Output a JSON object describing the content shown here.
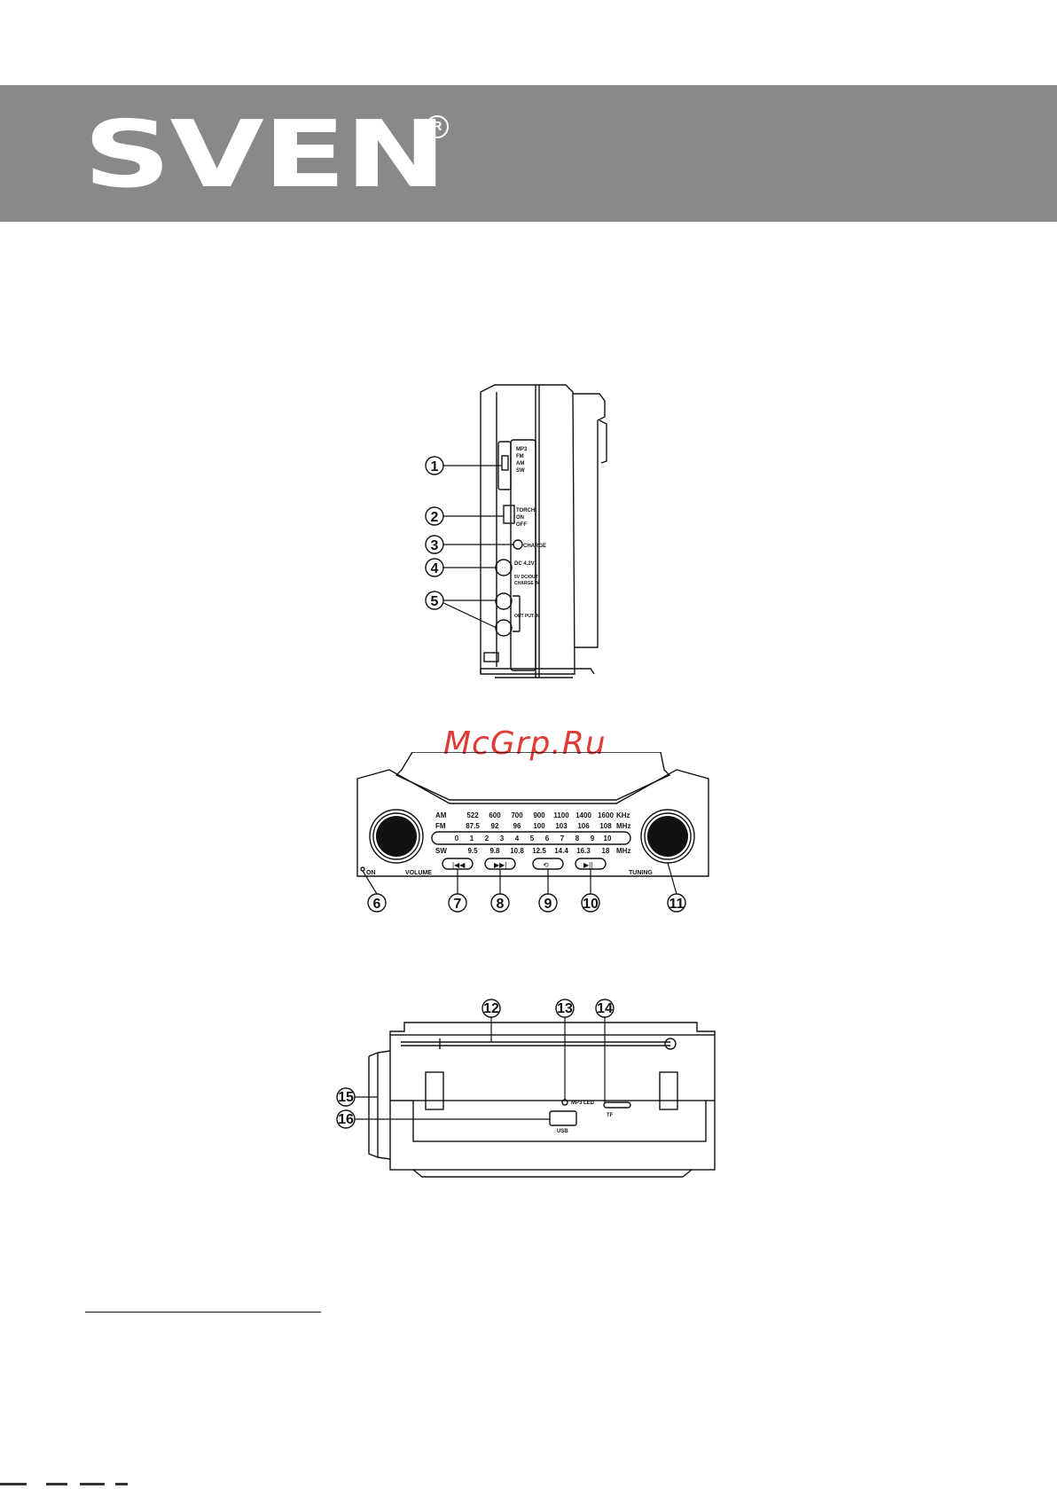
{
  "header": {
    "brand": "SVEN",
    "registered_mark": "R",
    "banner_color": "#8a8888"
  },
  "watermark": {
    "text": "McGrp.Ru",
    "color": "#e0312c"
  },
  "side_view": {
    "callouts": [
      "1",
      "2",
      "3",
      "4",
      "5"
    ],
    "mode_switch": [
      "MP3",
      "FM",
      "AM",
      "SW"
    ],
    "torch_switch": {
      "title": "TORCH",
      "on": "ON",
      "off": "OFF"
    },
    "charge_label": "CHARGE",
    "dc_label": "DC 4.2V",
    "sub_label_1": "5V DC/OUT",
    "sub_label_2": "CHARGE IN",
    "output_label": "OUT PUT IN"
  },
  "front_view": {
    "callouts": [
      "6",
      "7",
      "8",
      "9",
      "10",
      "11"
    ],
    "on_label": "ON",
    "volume_label": "VOLUME",
    "tuning_label": "TUNING",
    "am": {
      "band": "AM",
      "values": [
        "522",
        "600",
        "700",
        "900",
        "1100",
        "1400",
        "1600"
      ],
      "unit": "KHz"
    },
    "fm": {
      "band": "FM",
      "values": [
        "87.5",
        "92",
        "96",
        "100",
        "103",
        "106",
        "108"
      ],
      "unit": "MHz"
    },
    "scale": [
      "0",
      "1",
      "2",
      "3",
      "4",
      "5",
      "6",
      "7",
      "8",
      "9",
      "10"
    ],
    "sw": {
      "band": "SW",
      "values": [
        "9.5",
        "9.8",
        "10.8",
        "12.5",
        "14.4",
        "16.3",
        "18"
      ],
      "unit": "MHz"
    },
    "button_icons": [
      "previous-track-icon",
      "next-track-icon",
      "repeat-icon",
      "play-pause-icon"
    ]
  },
  "top_view": {
    "callouts": [
      "12",
      "13",
      "14",
      "15",
      "16"
    ],
    "led_label": "MP3 LED",
    "tf_label": "TF",
    "usb_label": "USB"
  }
}
